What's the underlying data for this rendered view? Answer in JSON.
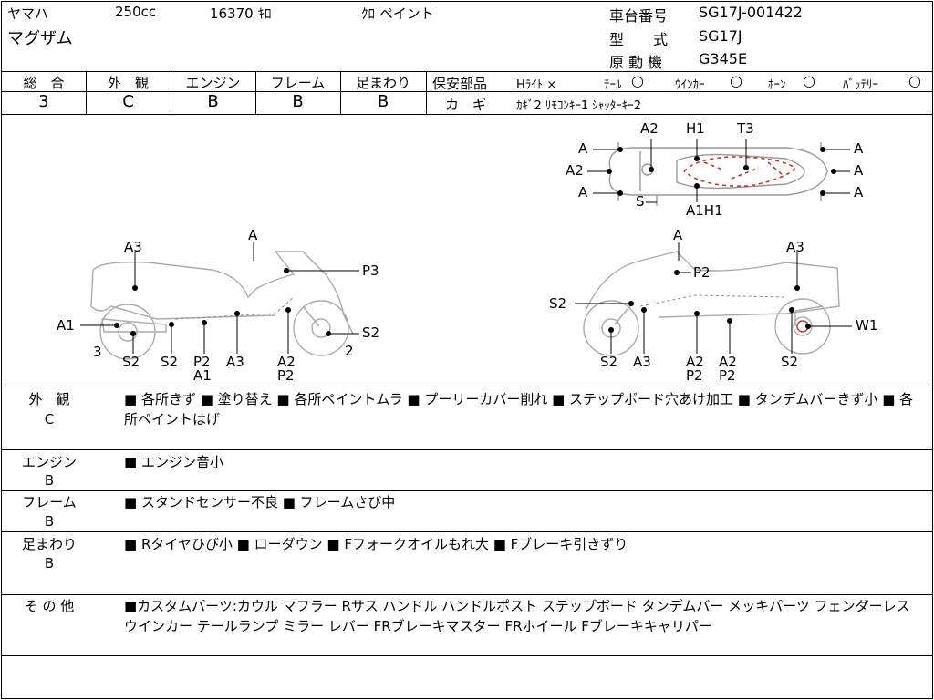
{
  "header": {
    "maker": "ヤマハ",
    "displacement": "250cc",
    "mileage": "16370 ｷﾛ",
    "color": "ｸﾛ ペイント",
    "model_name": "マグザム",
    "chassis_label": "車台番号",
    "chassis_value": "SG17J-001422",
    "type_label": "型　　式",
    "type_value": "SG17J",
    "engine_label": "原 動 機",
    "engine_value": "G345E"
  },
  "grades": {
    "overall": {
      "label": "総　合",
      "value": "3"
    },
    "exterior": {
      "label": "外　観",
      "value": "C"
    },
    "engine": {
      "label": "エンジン",
      "value": "B"
    },
    "frame": {
      "label": "フレーム",
      "value": "B"
    },
    "suspension": {
      "label": "足まわり",
      "value": "B"
    }
  },
  "safety": {
    "label": "保安部品",
    "headlight": "Hﾗｲﾄ ×",
    "tail_label": "ﾃｰﾙ",
    "winker_label": "ｳｲﾝｶｰ",
    "horn_label": "ﾎｰﾝ",
    "battery_label": "ﾊﾞｯﾃﾘｰ",
    "ok_symbol": "○"
  },
  "keys": {
    "label": "カ　ギ",
    "value": "ｶｷﾞ2 ﾘﾓｺﾝｷｰ1 ｼｬｯﾀｰｷｰ2"
  },
  "diagram_labels": {
    "top": [
      "A2",
      "H1",
      "T3",
      "A",
      "A",
      "A2",
      "A",
      "A",
      "A",
      "S",
      "A1H1"
    ],
    "left": [
      "A3",
      "A",
      "P3",
      "A1",
      "3",
      "S2",
      "S2",
      "P2",
      "A1",
      "A3",
      "A2",
      "P2",
      "S2",
      "2"
    ],
    "right": [
      "A",
      "A3",
      "P2",
      "S2",
      "W1",
      "S2",
      "A3",
      "A2",
      "P2",
      "A2",
      "P2",
      "S2"
    ]
  },
  "sections": [
    {
      "label": "外　観",
      "grade": "C",
      "text": "■ 各所きず ■ 塗り替え ■ 各所ペイントムラ ■ プーリーカバー削れ ■ ステップボード穴あけ加工 ■ タンデムバーきず小 ■ 各所ペイントはげ"
    },
    {
      "label": "エンジン",
      "grade": "B",
      "text": "■ エンジン音小"
    },
    {
      "label": "フレーム",
      "grade": "B",
      "text": "■ スタンドセンサー不良 ■ フレームさび中"
    },
    {
      "label": "足まわり",
      "grade": "B",
      "text": "■ Rタイヤひび小 ■ ローダウン ■ Fフォークオイルもれ大 ■ Fブレーキ引きずり"
    },
    {
      "label": "そ の 他",
      "grade": "",
      "text": "■カスタムパーツ:カウル マフラー Rサス ハンドル ハンドルポスト ステップボード タンデムバー メッキパーツ フェンダーレス ウインカー テールランプ ミラー レバー FRブレーキマスター FRホイール Fブレーキキャリパー"
    }
  ]
}
